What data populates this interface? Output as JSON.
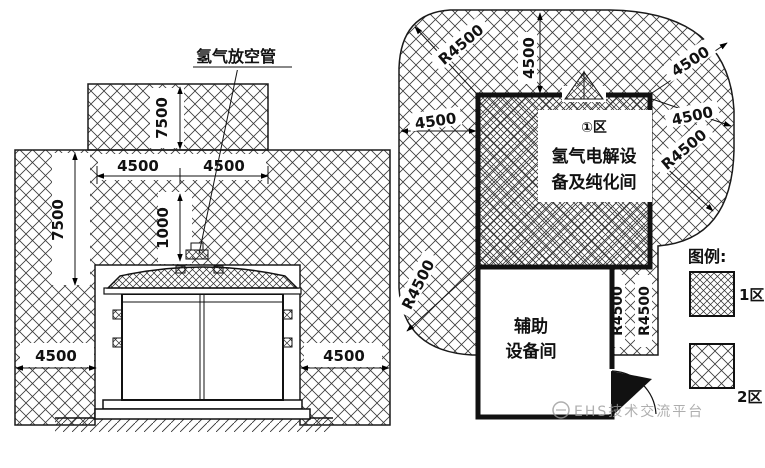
{
  "left_view": {
    "vent_label": "氢气放空管",
    "dims": {
      "left_7500": "7500",
      "top_7500": "7500",
      "mid_4500_a": "4500",
      "mid_4500_b": "4500",
      "vent_1000": "1000",
      "bottom_left_4500": "4500",
      "bottom_right_4500": "4500"
    }
  },
  "right_view": {
    "zone1_tag": "①区",
    "electrolysis_room_line1": "氢气电解设",
    "electrolysis_room_line2": "备及纯化间",
    "aux_room_line1": "辅助",
    "aux_room_line2": "设备间",
    "dims": {
      "top_4500": "4500",
      "left_4500": "4500",
      "top_right_4500": "4500",
      "right_4500": "4500",
      "r_top_left": "R4500",
      "r_right": "R4500",
      "r_bottom_left": "R4500",
      "strip_r_inner": "R4500",
      "strip_r_outer": "R4500"
    }
  },
  "legend": {
    "title": "图例:",
    "zone1": "1区",
    "zone2": "2区"
  },
  "watermark": "EHS技术交流平台"
}
